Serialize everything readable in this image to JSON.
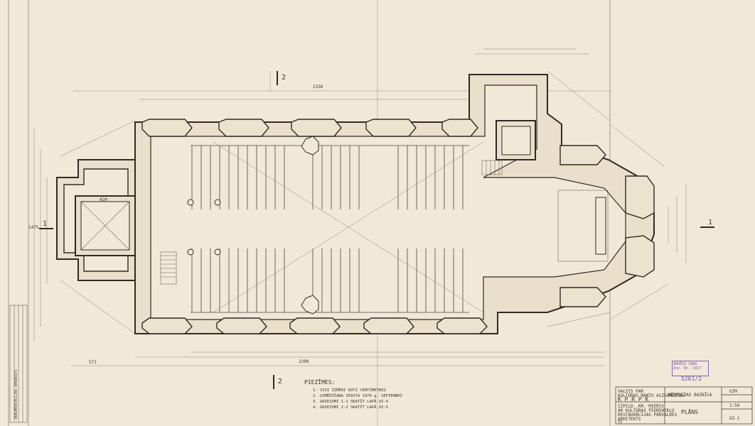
{
  "section_marks": {
    "top_section": "2",
    "bottom_section": "2",
    "left_section": "1",
    "right_section": "1"
  },
  "legend": {
    "title": "PIEZĪMES:",
    "lines": [
      "1. VISI IZMĒRI DOTI CENTIMETROS",
      "2. UZMĒRĪŠANA VEIKTA 1979 g. SEPTEMBRĪ",
      "3. GRIEZUMI 1-1 SKATĪT LAPĀ  UZ-4",
      "4. GRIEZUMI 2-2 SKATĪT LAPĀ  UZ-5"
    ]
  },
  "title_block": {
    "org_lines": [
      "VALSTS PAR",
      "KULTŪRAS MANTU AIZSARDZĪBU",
      "K P R P K"
    ],
    "object": "MĒRMUIŽAS BAZNĪCA",
    "drawing": "PLĀNS",
    "stage": "UZM",
    "scale": "1:50",
    "sheet": "UZ-1",
    "author_lines": [
      "IZPILD. KM. MIERIS",
      "AR KULTŪRAS PIEMINEKĻU",
      "RESTAURĀCIJAS PĀRVALDES",
      "ARHITEKTS",
      "TO"
    ]
  },
  "stamp": {
    "line1": "ARHĪVS 1984",
    "line2": "Inv. Nr. 1917",
    "number": "5261/2"
  },
  "side_strip": {
    "label": "DOKUMENTĀCIJAS APRAKSTS"
  },
  "dimensions": {
    "overall_length": "2336",
    "left_total": "2200",
    "west_bottom": "571",
    "nave_width": "1475",
    "tower": "420"
  },
  "colors": {
    "paper": "#f1e9d7",
    "ink": "#2f2a24",
    "stamp": "#7b48b0"
  }
}
